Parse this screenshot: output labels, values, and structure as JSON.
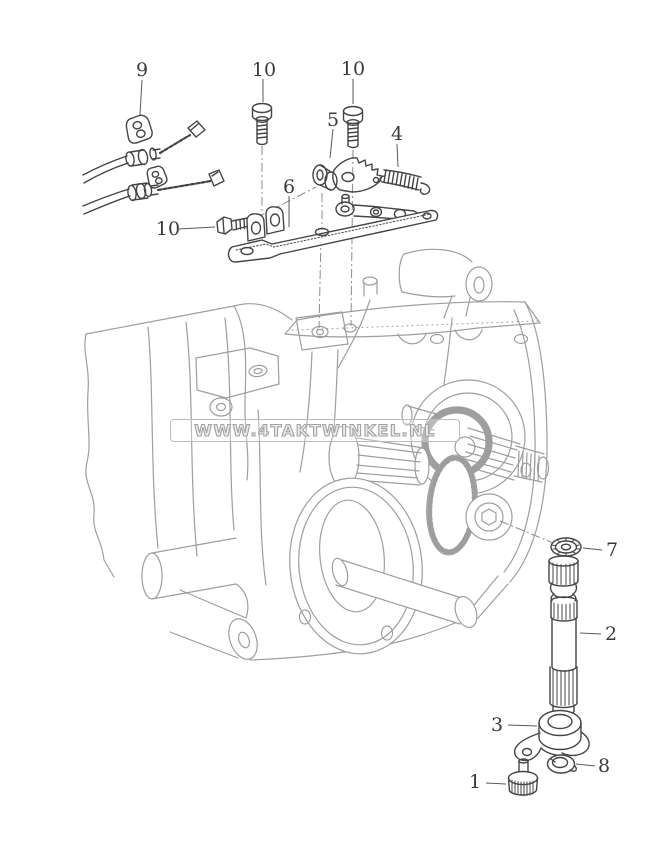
{
  "diagram": {
    "watermark": "WWW.4TAKTWINKEL.NL",
    "callouts": {
      "c9": "9",
      "c10a": "10",
      "c10b": "10",
      "c5": "5",
      "c4": "4",
      "c6": "6",
      "c10c": "10",
      "c7": "7",
      "c2": "2",
      "c3": "3",
      "c8": "8",
      "c1": "1"
    }
  }
}
